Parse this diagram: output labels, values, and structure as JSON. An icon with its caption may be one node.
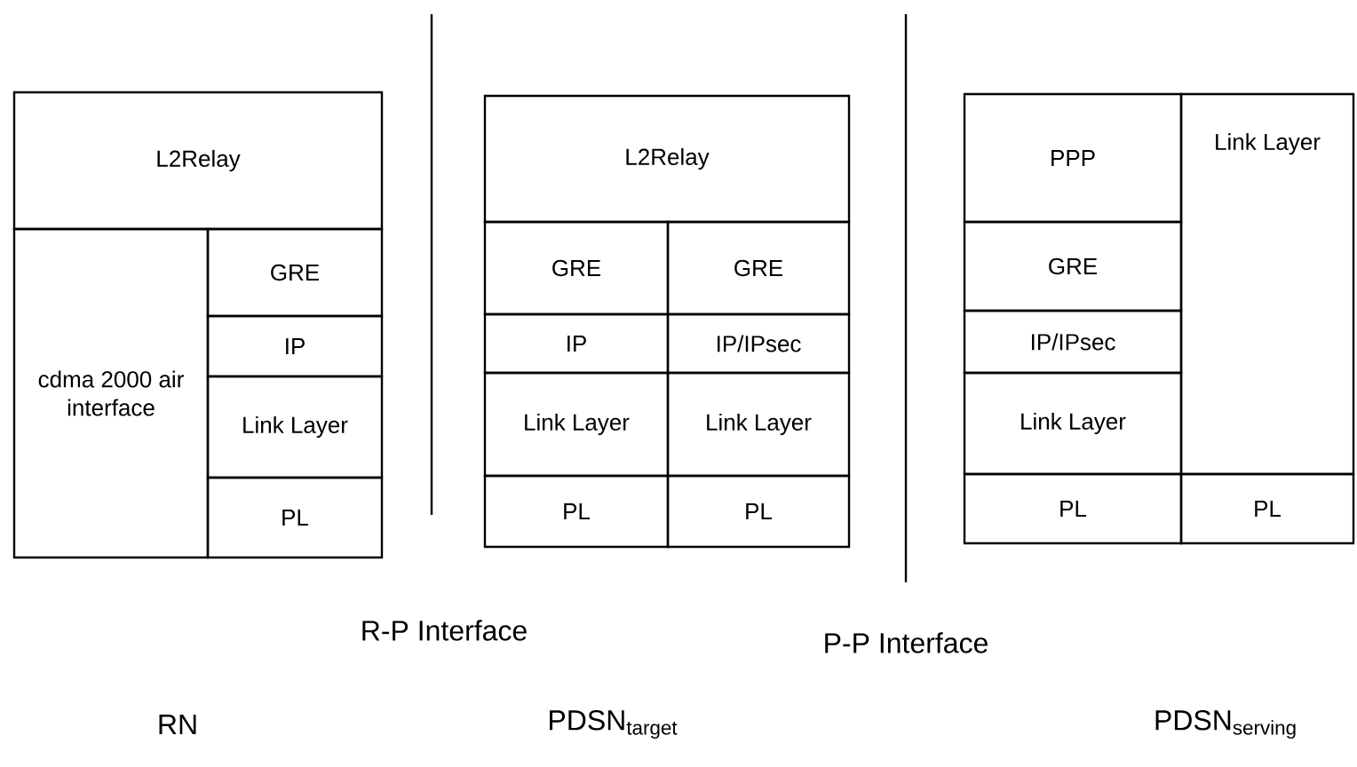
{
  "diagram": {
    "nodes": [
      {
        "text": [
          "L2Relay"
        ]
      },
      {
        "text": [
          "cdma 2000 air interface"
        ]
      },
      {
        "text": [
          "GRE"
        ]
      },
      {
        "text": [
          "IP"
        ]
      },
      {
        "text": [
          "Link Layer"
        ]
      },
      {
        "text": [
          "PL"
        ]
      },
      {
        "text": [
          "L2Relay"
        ]
      },
      {
        "text": [
          "GRE"
        ]
      },
      {
        "text": [
          "GRE"
        ]
      },
      {
        "text": [
          "IP"
        ]
      },
      {
        "text": [
          "IP/IPsec"
        ]
      },
      {
        "text": [
          "Link Layer"
        ]
      },
      {
        "text": [
          "Link Layer"
        ]
      },
      {
        "text": [
          "PL"
        ]
      },
      {
        "text": [
          "PL"
        ]
      },
      {
        "text": [
          "PPP"
        ]
      },
      {
        "text": [
          "Link Layer"
        ]
      },
      {
        "text": [
          "GRE"
        ]
      },
      {
        "text": [
          "IP/IPsec"
        ]
      },
      {
        "text": [
          "Link Layer"
        ]
      },
      {
        "text": [
          "PL"
        ]
      },
      {
        "text": [
          "PL"
        ]
      }
    ],
    "labels": [
      "R-P Interface",
      "P-P Interface",
      "RN",
      "PDSN$_{target}$",
      "PDSN$_{serving}$"
    ]
  }
}
